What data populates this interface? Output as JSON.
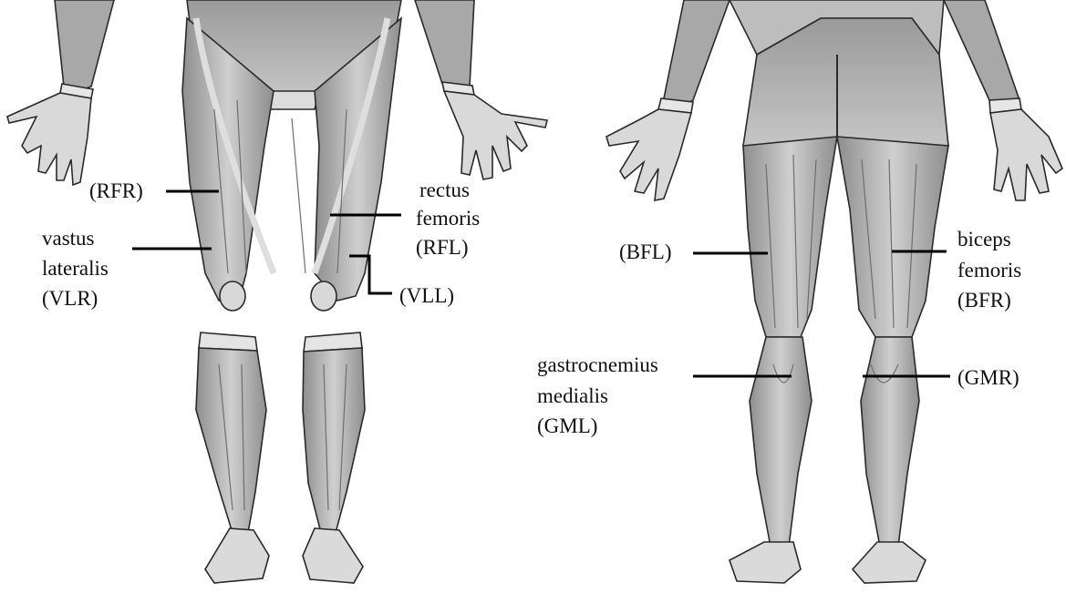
{
  "labels": {
    "rfr": "(RFR)",
    "vlr_1": "vastus",
    "vlr_2": "lateralis",
    "vlr_3": "(VLR)",
    "rfl_1": "rectus",
    "rfl_2": "femoris",
    "rfl_3": "(RFL)",
    "vll": "(VLL)",
    "bfl": "(BFL)",
    "bfr_1": "biceps",
    "bfr_2": "femoris",
    "bfr_3": "(BFR)",
    "gml_1": "gastrocnemius",
    "gml_2": "medialis",
    "gml_3": "(GML)",
    "gmr": "(GMR)"
  },
  "colors": {
    "skin": "#c4c4c4",
    "muscle": "#a9a9a9",
    "outline": "#2a2a2a",
    "leader": "#000000"
  }
}
